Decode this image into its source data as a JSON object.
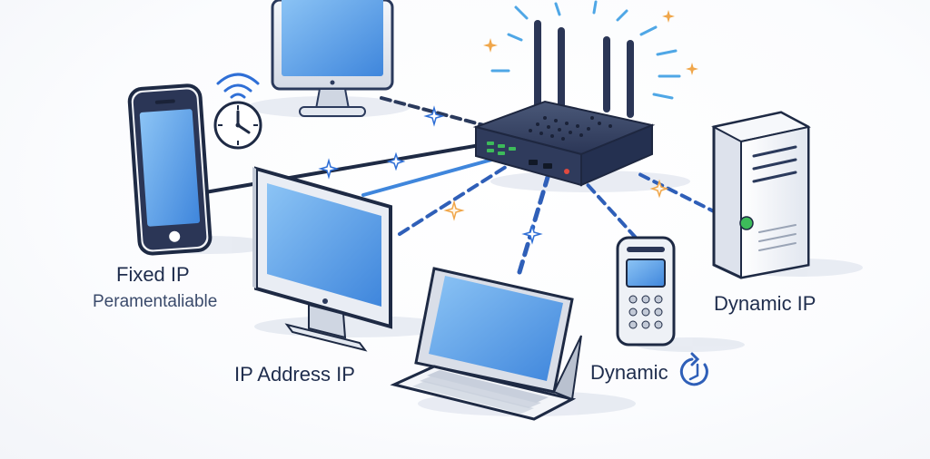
{
  "labels": {
    "fixed_ip": "Fixed IP",
    "fixed_sub": "Peramentaliable",
    "ip_address": "IP Address IP",
    "dynamic_ip": "Dynamic IP",
    "dynamic": "Dynamic"
  },
  "devices": [
    "router",
    "desktop-monitor-top",
    "smartphone",
    "desktop-monitor-center",
    "tablet-with-keyboard",
    "feature-phone",
    "server-tower"
  ],
  "icons": [
    "wifi-icon",
    "clock-icon",
    "refresh-icon",
    "sparkle-icon"
  ],
  "colors": {
    "navy": "#2b3a5c",
    "blue": "#2f6fd6",
    "screen": "#5fa3ea",
    "sparkle": "#f0a64a",
    "green_led": "#3dbb5a"
  }
}
